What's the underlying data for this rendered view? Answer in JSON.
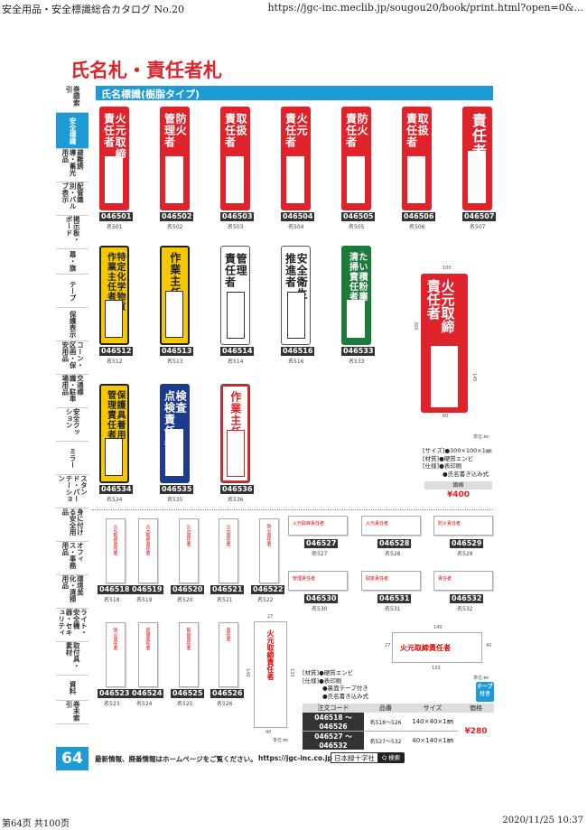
{
  "browser": {
    "title": "安全用品・安全標識総合カタログ No.20",
    "url": "https://jgc-inc.meclib.jp/sougou20/book/print.html?open=0&...",
    "page_info": "第64页 共100页",
    "datetime": "2020/11/25 10:37"
  },
  "page": {
    "title": "氏名札・責任者札",
    "section": "氏名標識(樹脂タイプ)",
    "page_number": "64"
  },
  "sidebar": [
    "巻頭索引",
    "安全標識",
    "避難誘導・蓄光用品",
    "配管識別・バルブ表示",
    "掲示板・ボード",
    "幕・旗",
    "テープ",
    "保護表示",
    "コーン・区画・保安用品",
    "交通標識・駐車場用品",
    "安全クッション",
    "ミラー",
    "スタンド・パーテーション",
    "身に付ける安全用品",
    "オフィス・事務用品",
    "環境美化・清掃用品",
    "ライト・安全機器・セキュリティ",
    "取付具・素材",
    "資料",
    "巻末索引"
  ],
  "signs": [
    {
      "code": "046501",
      "sub": "名501",
      "text": "火元取締\n責任者",
      "color": "red"
    },
    {
      "code": "046502",
      "sub": "名502",
      "text": "防火\n管理者",
      "color": "red"
    },
    {
      "code": "046503",
      "sub": "名503",
      "text": "取扱\n責任者",
      "color": "red"
    },
    {
      "code": "046504",
      "sub": "名504",
      "text": "火元\n責任者",
      "color": "red"
    },
    {
      "code": "046505",
      "sub": "名505",
      "text": "防火\n責任者",
      "color": "red"
    },
    {
      "code": "046506",
      "sub": "名506",
      "text": "取扱\n責任者",
      "color": "red"
    },
    {
      "code": "046507",
      "sub": "名507",
      "text": "責任者",
      "color": "red"
    },
    {
      "code": "046512",
      "sub": "名512",
      "text": "特定化学物質\n作業主任者",
      "color": "yellow"
    },
    {
      "code": "046513",
      "sub": "名513",
      "text": "作業主任者",
      "color": "yellow"
    },
    {
      "code": "046514",
      "sub": "名514",
      "text": "管理\n責任者",
      "color": "white"
    },
    {
      "code": "046516",
      "sub": "名516",
      "text": "安全衛生\n推進者",
      "color": "white"
    },
    {
      "code": "046533",
      "sub": "名533",
      "text": "たい積粉塵\n清掃責任者",
      "color": "green"
    },
    {
      "code": "046534",
      "sub": "名534",
      "text": "保護具着用\n管理責任者",
      "color": "yellow"
    },
    {
      "code": "046535",
      "sub": "名535",
      "text": "検査\n点検責任者",
      "color": "blue"
    },
    {
      "code": "046536",
      "sub": "名536",
      "text": "作業主任者",
      "color": "whitered"
    }
  ],
  "large_sample": {
    "text": "火元取締\n責任者",
    "dims": {
      "w": "100",
      "h": "300",
      "box": "145",
      "bottom": "60"
    }
  },
  "spec1": {
    "unit": "単位:㎜",
    "size": "[サイズ]●300×100×1㎜",
    "material": "[材質]●硬質エンビ",
    "spec": "[仕様]●表印刷",
    "spec2": "●氏名書き込み式",
    "price_label": "価格",
    "price": "¥400"
  },
  "small_signs": [
    {
      "code": "046518",
      "sub": "名518",
      "text": "火元取締責任者"
    },
    {
      "code": "046519",
      "sub": "名519",
      "text": "火元取締責任者"
    },
    {
      "code": "046520",
      "sub": "名520",
      "text": "火元責任者"
    },
    {
      "code": "046521",
      "sub": "名521",
      "text": "火元責任者"
    },
    {
      "code": "046522",
      "sub": "名522",
      "text": "防火責任者"
    },
    {
      "code": "046523",
      "sub": "名523",
      "text": "防火責任者"
    },
    {
      "code": "046524",
      "sub": "名524",
      "text": "管理責任者"
    },
    {
      "code": "046525",
      "sub": "名525",
      "text": "取扱責任者"
    },
    {
      "code": "046526",
      "sub": "名526",
      "text": "責任者"
    }
  ],
  "wide_signs": [
    {
      "code": "046527",
      "sub": "名527",
      "text": "火元取締責任者"
    },
    {
      "code": "046528",
      "sub": "名528",
      "text": "火元責任者"
    },
    {
      "code": "046529",
      "sub": "名529",
      "text": "防火責任者"
    },
    {
      "code": "046530",
      "sub": "名530",
      "text": "管理責任者"
    },
    {
      "code": "046531",
      "sub": "名531",
      "text": "取扱責任者"
    },
    {
      "code": "046532",
      "sub": "名532",
      "text": "責任者"
    }
  ],
  "tall_sample": {
    "text": "火元取締責任者",
    "d1": "27",
    "d2": "140",
    "d3": "133",
    "d4": "40",
    "unit": "単位:㎜"
  },
  "wide_sample": {
    "text": "火元取締責任者",
    "d1": "140",
    "d2": "27",
    "d3": "40",
    "d4": "133",
    "unit": "単位:㎜"
  },
  "spec2": {
    "material": "[材質]●硬質エンビ",
    "spec": "[仕様]●表印刷",
    "spec2": "●裏面テープ付き",
    "spec3": "●氏名書き込み式",
    "tape": "テープ付き"
  },
  "table": {
    "headers": [
      "注文コード",
      "品番",
      "サイズ",
      "価格"
    ],
    "rows": [
      {
        "code": "046518 〜 046526",
        "hin": "名518〜526",
        "size": "140×40×1㎜"
      },
      {
        "code": "046527 〜 046532",
        "hin": "名527〜532",
        "size": "40×140×1㎜"
      }
    ],
    "price": "¥280"
  },
  "footer": {
    "text": "最新情報、廃番情報はホームページをご覧ください。",
    "url": "https://jgc-inc.co.jp",
    "company": "日本緑十字社",
    "search": "Q 検索"
  }
}
